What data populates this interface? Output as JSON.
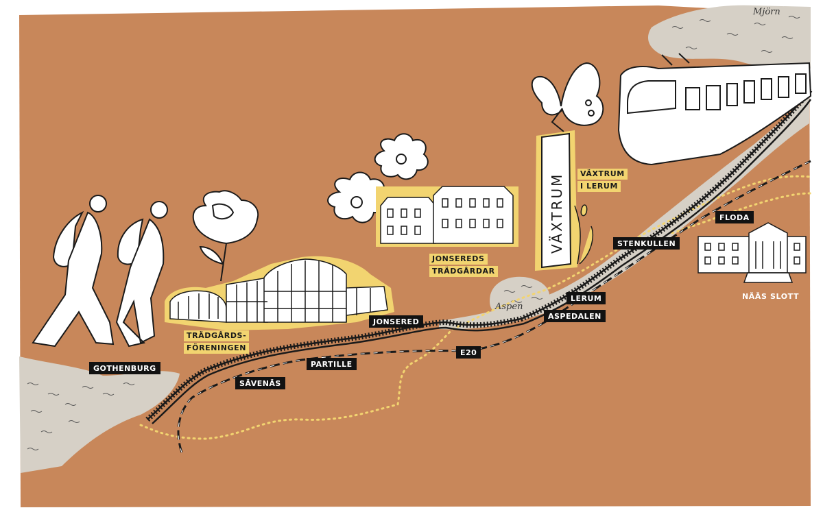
{
  "colors": {
    "land": "#c8875a",
    "water": "#d6d0c6",
    "highlight": "#f2d470",
    "rail": "#1a1a1a",
    "trail": "#f2d470",
    "label_bg": "#121212"
  },
  "places": {
    "gothenburg": "GOTHENBURG",
    "savenas": "SÄVENÄS",
    "partille": "PARTILLE",
    "jonsered": "JONSERED",
    "e20": "E20",
    "aspedalen": "ASPEDALEN",
    "lerum": "LERUM",
    "stenkullen": "STENKULLEN",
    "floda": "FLODA"
  },
  "attractions": {
    "tradgard_line1": "TRÄDGÅRDS-",
    "tradgard_line2": "FÖRENINGEN",
    "jonsereds_line1": "JONSEREDS",
    "jonsereds_line2": "TRÄDGÅRDAR",
    "vaxtrum_line1": "VÄXTRUM",
    "vaxtrum_line2": "I LERUM",
    "naas": "NÄÄS SLOTT",
    "vaxtrum_tower": "VÄXTRUM"
  },
  "lakes": {
    "aspen": "Aspen",
    "mjorn": "Mjörn"
  },
  "icons": [
    "hikers-illustration",
    "rose-icon",
    "greenhouse-icon",
    "flowers-icon",
    "manor-icon",
    "butterfly-icon",
    "tower-icon",
    "train-icon",
    "castle-icon"
  ]
}
